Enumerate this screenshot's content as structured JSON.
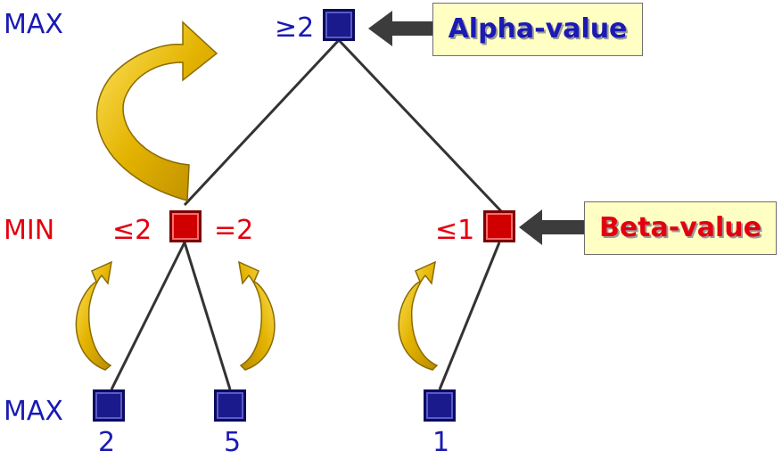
{
  "levels": {
    "top": "MAX",
    "middle": "MIN",
    "bottom": "MAX"
  },
  "nodes": {
    "root": {
      "value": "≥2"
    },
    "min_left": {
      "left_value": "≤2",
      "right_value": "=2"
    },
    "min_right": {
      "value": "≤1"
    }
  },
  "leaves": [
    "2",
    "5",
    "1"
  ],
  "callouts": {
    "alpha": "Alpha-value",
    "beta": "Beta-value"
  },
  "colors": {
    "max_node": "#1a1a8c",
    "min_node": "#d00000",
    "max_text": "#1a1ab4",
    "min_text": "#e3000f",
    "callout_bg": "#ffffc4",
    "callout_alpha_text": "#1a1ab4",
    "callout_beta_text": "#e3000f",
    "curved_arrow": "#e6b800",
    "pointer_arrow": "#3c3c3c"
  }
}
